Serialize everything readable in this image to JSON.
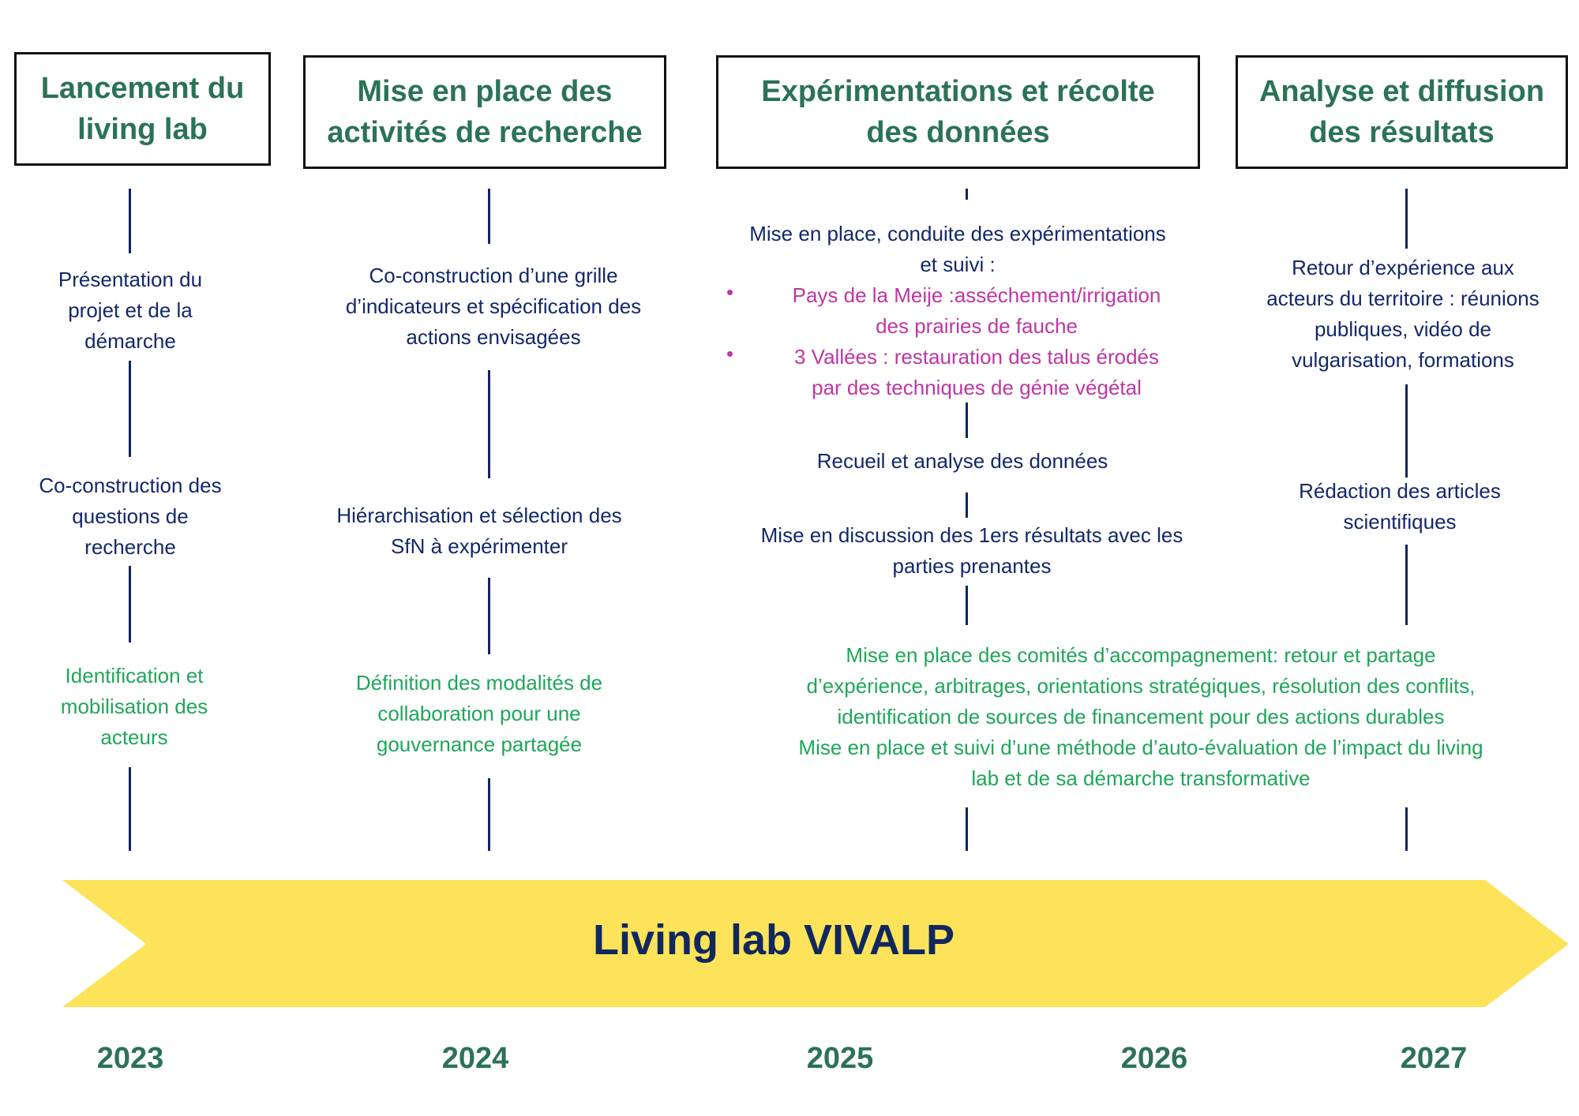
{
  "phases": [
    {
      "title_lines": [
        "Lancement du",
        "living lab"
      ]
    },
    {
      "title_lines": [
        "Mise en place des",
        "activités de recherche"
      ]
    },
    {
      "title_lines": [
        "Expérimentations et récolte",
        "des données"
      ]
    },
    {
      "title_lines": [
        "Analyse et diffusion",
        "des résultats"
      ]
    }
  ],
  "col1": {
    "step1": [
      "Présentation du",
      "projet et de la",
      "démarche"
    ],
    "step2": [
      "Co-construction des",
      "questions de",
      "recherche"
    ],
    "step3": [
      "Identification et",
      "mobilisation des",
      "acteurs"
    ]
  },
  "col2": {
    "step1": [
      "Co-construction d’une grille",
      "d’indicateurs et spécification des",
      "actions envisagées"
    ],
    "step2": [
      "Hiérarchisation et sélection des",
      "SfN à expérimenter"
    ],
    "step3": [
      "Définition des modalités de",
      "collaboration pour une",
      "gouvernance partagée"
    ]
  },
  "col3": {
    "step1": [
      "Mise en place, conduite des expérimentations",
      "et suivi  :"
    ],
    "bullets": [
      [
        "Pays de la Meije :asséchement/irrigation",
        "des prairies de fauche"
      ],
      [
        "3 Vallées : restauration des talus érodés",
        "par des techniques de génie végétal"
      ]
    ],
    "step2": [
      "Recueil et analyse des données"
    ],
    "step3": [
      "Mise en discussion des 1ers résultats avec les",
      "parties prenantes"
    ]
  },
  "shared": [
    "Mise en place des comités d’accompagnement: retour et partage",
    "d’expérience, arbitrages, orientations stratégiques, résolution des conflits,",
    "identification de sources de financement pour des actions durables",
    "Mise en place et suivi d’une méthode d’auto-évaluation de l’impact du living",
    "lab et de sa démarche transformative"
  ],
  "col4": {
    "step1": [
      "Retour d’expérience aux",
      "acteurs du territoire : réunions",
      "publiques, vidéo de",
      "vulgarisation, formations"
    ],
    "step2": [
      "Rédaction des articles",
      "scientifiques"
    ]
  },
  "arrow": {
    "title": "Living lab VIVALP",
    "color": "#fde35a"
  },
  "years": [
    "2023",
    "2024",
    "2025",
    "2026",
    "2027"
  ]
}
